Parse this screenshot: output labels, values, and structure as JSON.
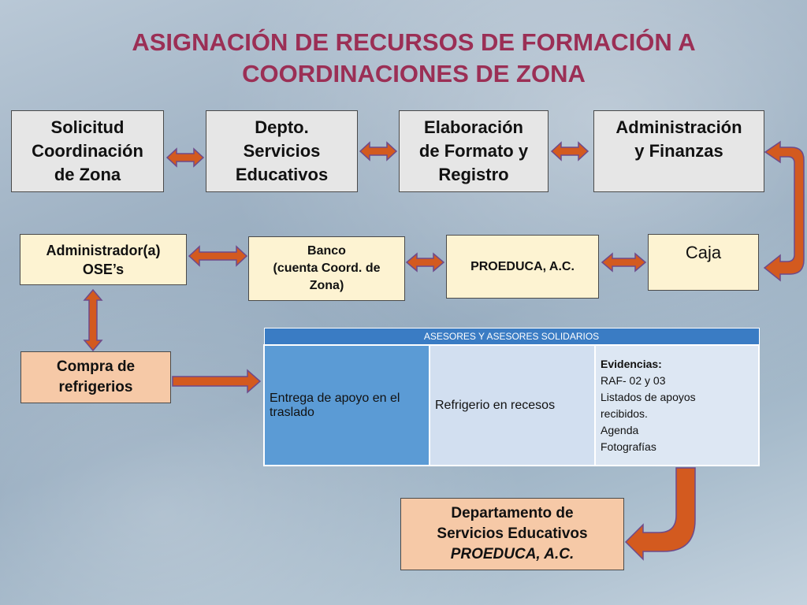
{
  "title": "ASIGNACIÓN DE RECURSOS DE FORMACIÓN A COORDINACIONES DE ZONA",
  "boxes": {
    "solicitud": "Solicitud\nCoordinación\nde Zona",
    "depto": "Depto.\nServicios\nEducativos",
    "elaboracion": "Elaboración\nde Formato y\nRegistro",
    "administracion": "Administración\ny Finanzas",
    "administrador": "Administrador(a)\nOSE’s",
    "banco": "Banco\n(cuenta Coord. de\nZona)",
    "proeduca": "PROEDUCA, A.C.",
    "caja": "Caja",
    "compra": "Compra de\nrefrigerios",
    "departamento_line1": "Departamento de",
    "departamento_line2": "Servicios Educativos",
    "departamento_line3": "PROEDUCA, A.C."
  },
  "table": {
    "header": "ASESORES Y ASESORES SOLIDARIOS",
    "col1": " Entrega  de apoyo en el traslado",
    "col2": " Refrigerio en recesos",
    "evidencias_title": "Evidencias:",
    "evidencias": [
      "RAF- 02 y 03",
      "Listados de apoyos",
      "recibidos.",
      "Agenda",
      "Fotografías"
    ]
  },
  "colors": {
    "title": "#9b2f55",
    "arrow_fill": "#d35a1f",
    "arrow_stroke": "#6e4a8a",
    "table_header": "#3a7cc4"
  }
}
